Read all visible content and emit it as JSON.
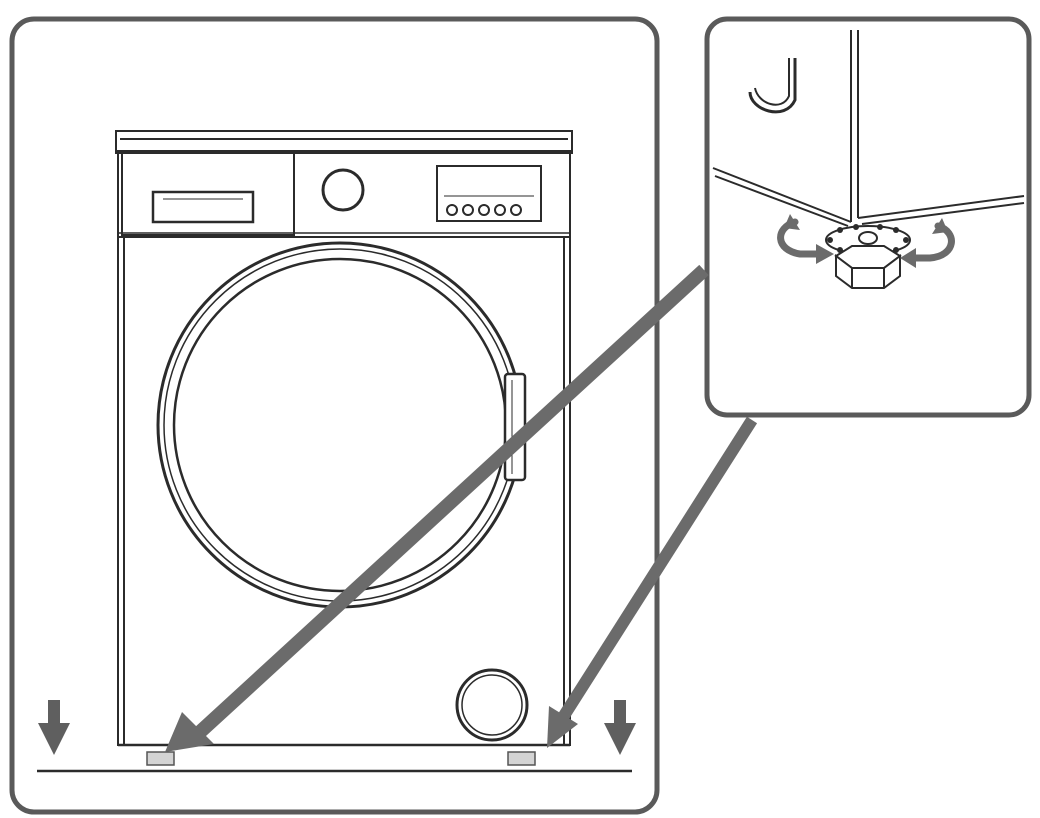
{
  "diagram": {
    "subject": "washing-machine-foot-leveling",
    "main_panel": {
      "icon": "washing-machine-front-view"
    },
    "detail_panel": {
      "icon": "adjustable-foot-closeup",
      "rotation": "bidirectional"
    },
    "floor_arrows": [
      "down-arrow-left",
      "down-arrow-right"
    ],
    "colors": {
      "outline": "#2b2b2b",
      "panel_border": "#5a5a5a",
      "callout_arrow": "#6b6b6b",
      "foot_fill": "#d4d4d4",
      "background": "#ffffff"
    }
  }
}
